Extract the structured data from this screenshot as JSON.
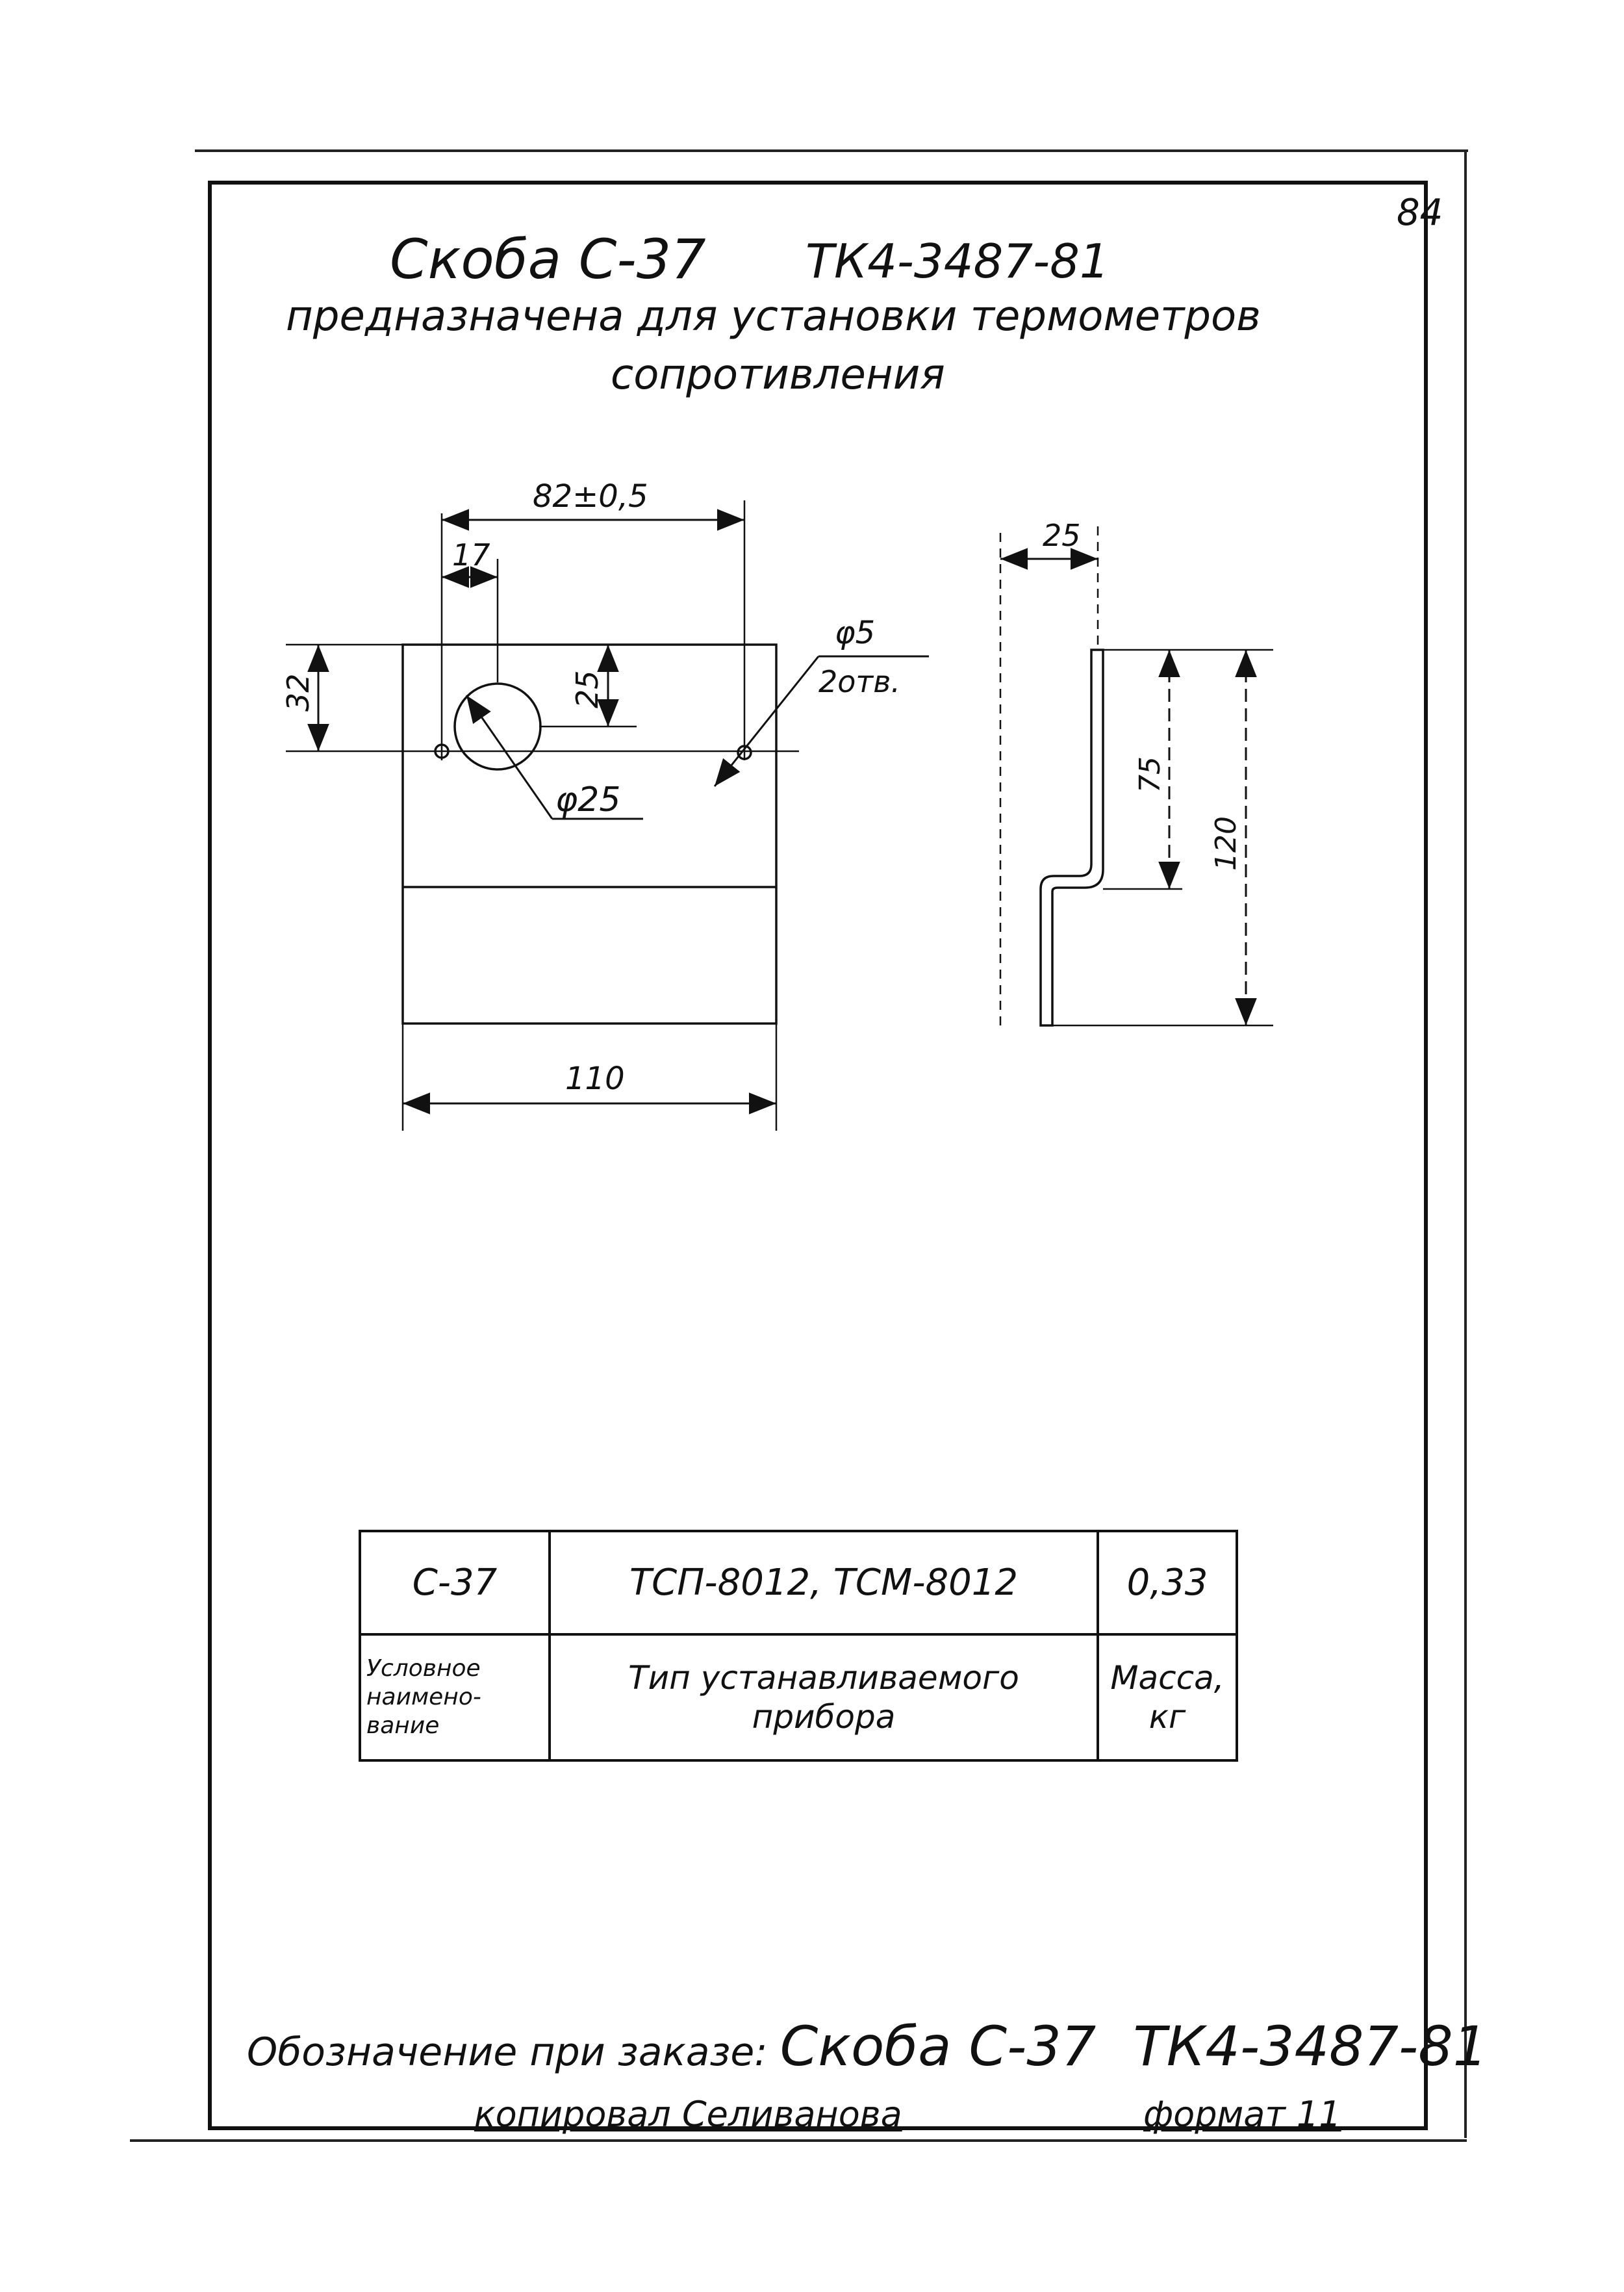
{
  "page_number": "84",
  "title": {
    "name": "Скоба С-37",
    "code": "ТК4-3487-81"
  },
  "purpose": {
    "line1": "предназначена для установки термометров",
    "line2": "сопротивления"
  },
  "dimensions": {
    "hole_spacing": "82±0,5",
    "hole_offset": "17",
    "height_32": "32",
    "height_25": "25",
    "small_hole_dia": "φ5",
    "small_hole_count": "2отв.",
    "big_hole_dia": "φ25",
    "width_110": "110",
    "thickness_25": "25",
    "side_75": "75",
    "side_120": "120"
  },
  "table": {
    "row_values": [
      "С-37",
      "ТСП-8012, ТСМ-8012",
      "0,33"
    ],
    "row_headers": [
      "Условное\nнаимено-\nвание",
      "Тип устанавливаемого\nприбора",
      "Масса,\nкг"
    ]
  },
  "order": {
    "label": "Обозначение при заказе:",
    "name": "Скоба С-37",
    "code": "ТК4-3487-81"
  },
  "footer": {
    "copied": "копировал Селиванова",
    "format": "формат 11"
  }
}
